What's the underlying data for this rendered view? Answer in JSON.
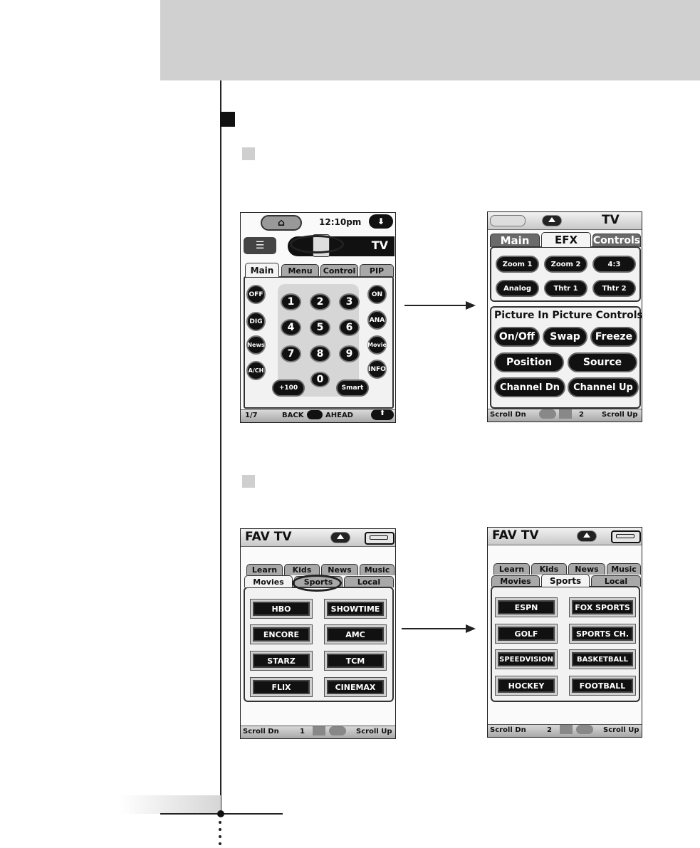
{
  "screen1": {
    "clock": "12:10pm",
    "device_title": "TV",
    "tabs": [
      "Main",
      "Menu",
      "Control",
      "PIP"
    ],
    "left_buttons": [
      "OFF",
      "DIG",
      "News",
      "A/CH"
    ],
    "right_buttons": [
      "ON",
      "ANA",
      "Movie",
      "INFO"
    ],
    "digits": [
      "1",
      "2",
      "3",
      "4",
      "5",
      "6",
      "7",
      "8",
      "9",
      "0"
    ],
    "plus100": "+100",
    "smart": "Smart",
    "bottom": {
      "page": "1/7",
      "back": "BACK",
      "ahead": "AHEAD"
    },
    "icons": [
      "home-icon",
      "scroll-down-icon",
      "list-icon",
      "device-icon",
      "scroll-up-icon"
    ]
  },
  "screen2": {
    "device_title": "TV",
    "tabs": [
      "Main",
      "EFX",
      "Controls"
    ],
    "efx_buttons": [
      "Zoom 1",
      "Zoom 2",
      "4:3",
      "Analog",
      "Thtr 1",
      "Thtr 2"
    ],
    "pip_heading": "Picture In Picture Controls",
    "pip_small": [
      "On/Off",
      "Swap",
      "Freeze"
    ],
    "pip_mid": [
      "Position",
      "Source"
    ],
    "pip_wide": [
      "Channel Dn",
      "Channel Up"
    ],
    "bottom": {
      "scroll_dn": "Scroll Dn",
      "page": "2",
      "scroll_up": "Scroll Up"
    }
  },
  "screen3": {
    "title": "FAV TV",
    "tabs_top": [
      "Learn",
      "Kids",
      "News",
      "Music"
    ],
    "tabs_bottom": [
      "Movies",
      "Sports",
      "Local"
    ],
    "channels": [
      "HBO",
      "SHOWTIME",
      "ENCORE",
      "AMC",
      "STARZ",
      "TCM",
      "FLIX",
      "CINEMAX"
    ],
    "bottom": {
      "scroll_dn": "Scroll Dn",
      "page": "1",
      "scroll_up": "Scroll Up"
    }
  },
  "screen4": {
    "title": "FAV TV",
    "tabs_top": [
      "Learn",
      "Kids",
      "News",
      "Music"
    ],
    "tabs_bottom": [
      "Movies",
      "Sports",
      "Local"
    ],
    "channels": [
      "ESPN",
      "FOX SPORTS",
      "GOLF",
      "SPORTS CH.",
      "SPEEDVISION",
      "BASKETBALL",
      "HOCKEY",
      "FOOTBALL"
    ],
    "bottom": {
      "scroll_dn": "Scroll Dn",
      "page": "2",
      "scroll_up": "Scroll Up"
    }
  },
  "colors": {
    "header_band": "#d0d0d0",
    "step_box": "#cfcfcf",
    "ink": "#111111"
  }
}
